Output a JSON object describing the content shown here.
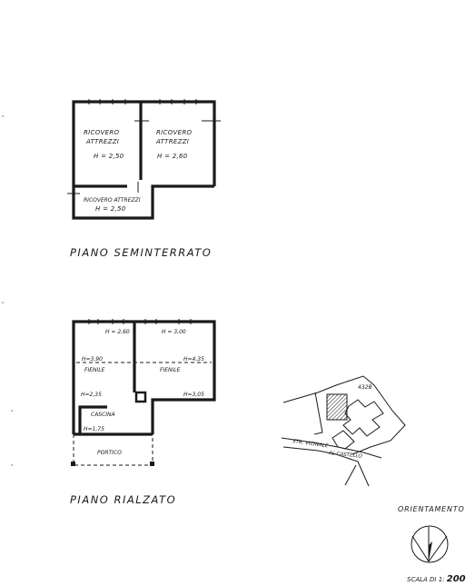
{
  "plans": {
    "semi": {
      "title": "PIANO SEMINTERRATO",
      "room1": {
        "name_line1": "RICOVERO",
        "name_line2": "ATTREZZI",
        "height": "H = 2,50"
      },
      "room2": {
        "name_line1": "RICOVERO",
        "name_line2": "ATTREZZI",
        "height": "H = 2,60"
      },
      "room3": {
        "name": "RICOVERO ATTREZZI",
        "height": "H = 2,50"
      }
    },
    "rialzato": {
      "title": "PIANO RIALZATO",
      "h_left": "H = 2,60",
      "h_right": "H = 3,00",
      "left_room": {
        "h_label": "H=3,90",
        "name": "FIENILE"
      },
      "right_room": {
        "h_label": "H=4,35",
        "name": "FIENILE"
      },
      "h_mid_left": "H=2,35",
      "h_mid_right": "H=3,05",
      "cascina": {
        "name": "CASCINA",
        "height": "H=1,75"
      },
      "portico": "PORTICO"
    }
  },
  "site_map": {
    "elevation": "432B",
    "road1": "STR. VICINALE",
    "road2": "AL CASTELLO"
  },
  "orientation": {
    "label": "ORIENTAMENTO",
    "scale_prefix": "SCALA DI 1:",
    "scale_value": "200"
  }
}
